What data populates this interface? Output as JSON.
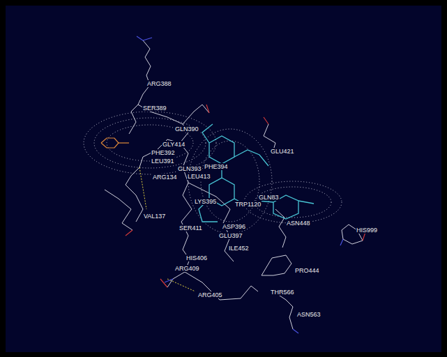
{
  "diagram": {
    "labels": [
      "ARG388",
      "SER389",
      "GLN390",
      "GLY414",
      "PHE392",
      "LEU391",
      "GLN393",
      "PHE394",
      "GLU421",
      "ARG134",
      "LEU413",
      "LYS395",
      "GLN83",
      "TRP1120",
      "VAL137",
      "ASN448",
      "SER411",
      "ASP396",
      "HIS999",
      "GLU397",
      "ILE452",
      "HIS406",
      "ARG409",
      "PRO444",
      "ARG405",
      "THR566",
      "ASN563"
    ]
  }
}
